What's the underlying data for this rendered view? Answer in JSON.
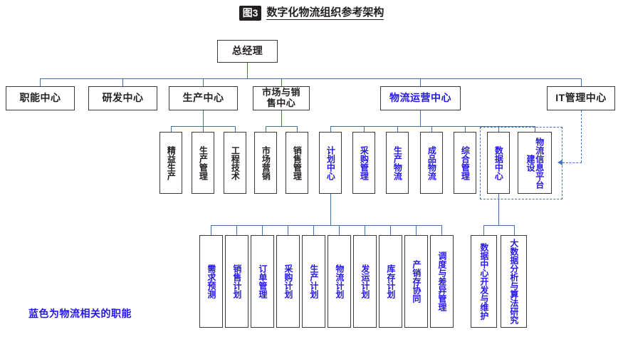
{
  "title": {
    "badge": "图3",
    "text": "数字化物流组织参考架构"
  },
  "legend": {
    "note": "蓝色为物流相关的职能"
  },
  "colors": {
    "blue_text": "#2417e8",
    "black_text": "#231f20",
    "connector": "#4472a8",
    "dashed": "#4472c4",
    "box_border": "#3a3a3a",
    "background": "#ffffff"
  },
  "chart_data": {
    "type": "diagram",
    "subtype": "org-chart",
    "title": "数字化物流组织参考架构",
    "root": "总经理",
    "note": "蓝色为物流相关的职能",
    "levels": [
      [
        "总经理"
      ],
      [
        "职能中心",
        "研发中心",
        "生产中心",
        "市场与销售中心",
        "物流运营中心",
        "IT管理中心"
      ],
      [
        "精益生产",
        "生产管理",
        "工程技术",
        "市场营销",
        "销售管理",
        "计划中心",
        "采购管理",
        "生产物流",
        "成品物流",
        "综合管理",
        "数据中心",
        "物流信息平台建设"
      ],
      [
        "需求预测",
        "销售计划",
        "订单管理",
        "采购计划",
        "生产计划",
        "物流计划",
        "发运计划",
        "库存计划",
        "产销存协同",
        "调度与差异管理",
        "数据中心开发与维护",
        "大数据分析与算法研究"
      ]
    ]
  },
  "root": {
    "label": "总经理"
  },
  "level1": [
    {
      "label": "职能中心",
      "highlight": false
    },
    {
      "label": "研发中心",
      "highlight": false
    },
    {
      "label": "生产中心",
      "highlight": false
    },
    {
      "label": "市场与销\n售中心",
      "line1": "市场与销",
      "line2": "售中心",
      "highlight": false
    },
    {
      "label": "物流运营中心",
      "highlight": true
    },
    {
      "label": "IT管理中心",
      "highlight": false
    }
  ],
  "production_children": [
    {
      "label": "精益生产",
      "highlight": false
    },
    {
      "label": "生产管理",
      "highlight": false
    },
    {
      "label": "工程技术",
      "highlight": false
    }
  ],
  "sales_children": [
    {
      "label": "市场营销",
      "highlight": false
    },
    {
      "label": "销售管理",
      "highlight": false
    }
  ],
  "logistics_children": [
    {
      "label": "计划中心",
      "highlight": true
    },
    {
      "label": "采购管理",
      "highlight": true
    },
    {
      "label": "生产物流",
      "highlight": true
    },
    {
      "label": "成品物流",
      "highlight": true
    },
    {
      "label": "综合管理",
      "highlight": true
    },
    {
      "label": "数据中心",
      "highlight": true
    },
    {
      "label": "物流信息平台建设",
      "highlight": true
    }
  ],
  "plan_children": [
    {
      "label": "需求预测",
      "highlight": true
    },
    {
      "label": "销售计划",
      "highlight": true
    },
    {
      "label": "订单管理",
      "highlight": true
    },
    {
      "label": "采购计划",
      "highlight": true
    },
    {
      "label": "生产计划",
      "highlight": true
    },
    {
      "label": "物流计划",
      "highlight": true
    },
    {
      "label": "发运计划",
      "highlight": true
    },
    {
      "label": "库存计划",
      "highlight": true
    },
    {
      "label": "产销存协同",
      "highlight": true
    },
    {
      "label": "调度与差异管理",
      "highlight": true
    }
  ],
  "data_children": [
    {
      "label": "数据中心开发与维护",
      "highlight": true
    },
    {
      "label": "大数据分析与算法研究",
      "highlight": true
    }
  ]
}
